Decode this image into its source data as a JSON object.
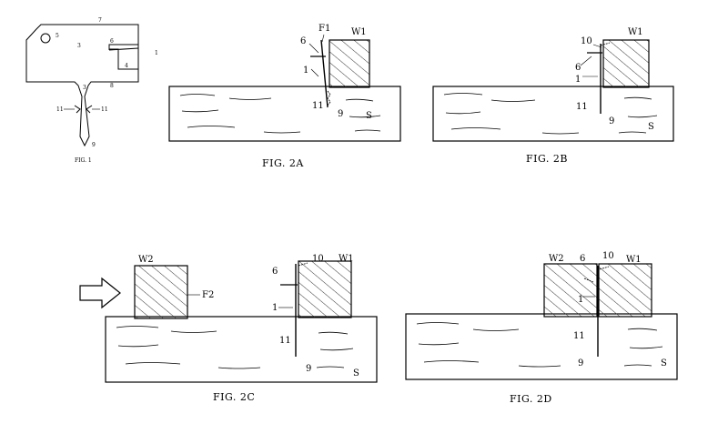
{
  "figures": {
    "fig1": {
      "caption": "FIG. 1",
      "labels": {
        "l7": "7",
        "l5": "5",
        "l3a": "3",
        "l6": "6",
        "l1": "1",
        "l4": "4",
        "l8": "8",
        "l3b": "3",
        "l11a": "11",
        "l11b": "11",
        "l9": "9"
      }
    },
    "fig2a": {
      "caption": "FIG. 2A",
      "labels": {
        "w1": "W1",
        "f1": "F1",
        "l6": "6",
        "l1": "1",
        "l11": "11",
        "l9": "9",
        "s": "S"
      }
    },
    "fig2b": {
      "caption": "FIG. 2B",
      "labels": {
        "l10": "10",
        "w1": "W1",
        "l6": "6",
        "l1": "1",
        "l11": "11",
        "l9": "9",
        "s": "S"
      }
    },
    "fig2c": {
      "caption": "FIG. 2C",
      "labels": {
        "w2": "W2",
        "f2": "F2",
        "l6": "6",
        "l10": "10",
        "w1": "W1",
        "l1": "1",
        "l11": "11",
        "l9": "9",
        "s": "S"
      }
    },
    "fig2d": {
      "caption": "FIG. 2D",
      "labels": {
        "w2": "W2",
        "l6": "6",
        "l10": "10",
        "w1": "W1",
        "l1": "1",
        "l11": "11",
        "l9": "9",
        "s": "S"
      }
    }
  }
}
